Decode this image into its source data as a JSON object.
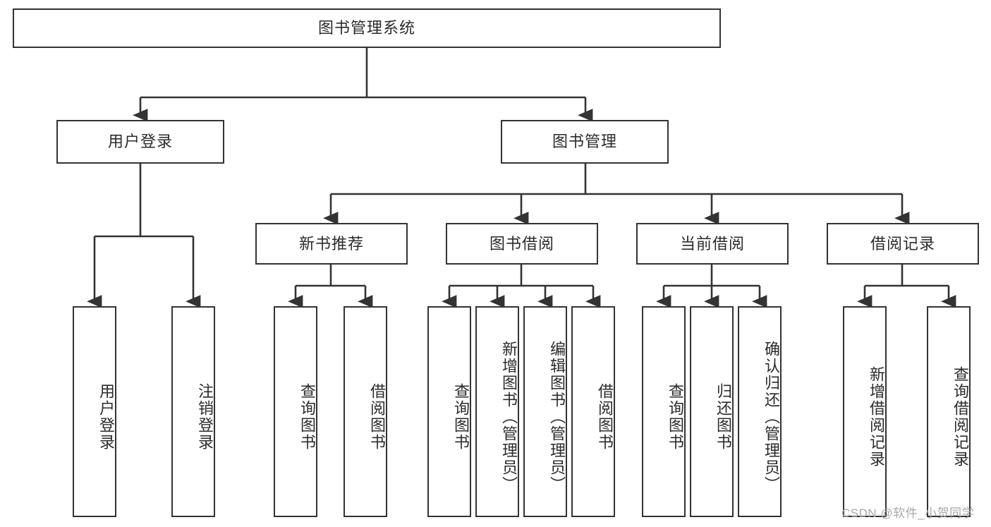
{
  "diagram": {
    "type": "hierarchy-tree",
    "title": "图书管理系统",
    "background_color": "#ffffff",
    "line_color": "#333333",
    "box_border_color": "#333333",
    "text_color": "#2b2b2b",
    "levels": {
      "root": {
        "label": "图书管理系统"
      },
      "level2": [
        {
          "label": "用户登录"
        },
        {
          "label": "图书管理"
        }
      ],
      "level3": [
        {
          "label": "新书推荐"
        },
        {
          "label": "图书借阅"
        },
        {
          "label": "当前借阅"
        },
        {
          "label": "借阅记录"
        }
      ],
      "leaves": {
        "user_login": [
          {
            "label": "用户登录"
          },
          {
            "label": "注销登录"
          }
        ],
        "new_book_recommend": [
          {
            "label": "查询图书"
          },
          {
            "label": "借阅图书"
          }
        ],
        "book_borrow": [
          {
            "label": "查询图书"
          },
          {
            "label": "新增图书（管理员）"
          },
          {
            "label": "编辑图书（管理员）"
          },
          {
            "label": "借阅图书"
          }
        ],
        "current_borrow": [
          {
            "label": "查询图书"
          },
          {
            "label": "归还图书"
          },
          {
            "label": "确认归还（管理员）"
          }
        ],
        "borrow_record": [
          {
            "label": "新增借阅记录"
          },
          {
            "label": "查询借阅记录"
          }
        ]
      }
    }
  },
  "watermark": {
    "text": "CSDN @软件_小贺同学"
  }
}
